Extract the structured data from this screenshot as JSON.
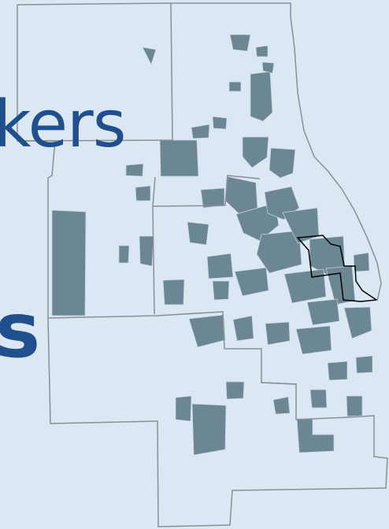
{
  "headline": {
    "line1_fragment": "kers",
    "line2_fragment": "s"
  },
  "colors": {
    "background": "#dce7f4",
    "text": "#1f4f8c",
    "county_outline": "#8a8f96",
    "region_fill": "#6b8793",
    "highlight_outline": "#000000"
  },
  "map": {
    "layer_names": [
      "county-boundaries",
      "shaded-municipalities",
      "highlighted-district-outline"
    ]
  }
}
